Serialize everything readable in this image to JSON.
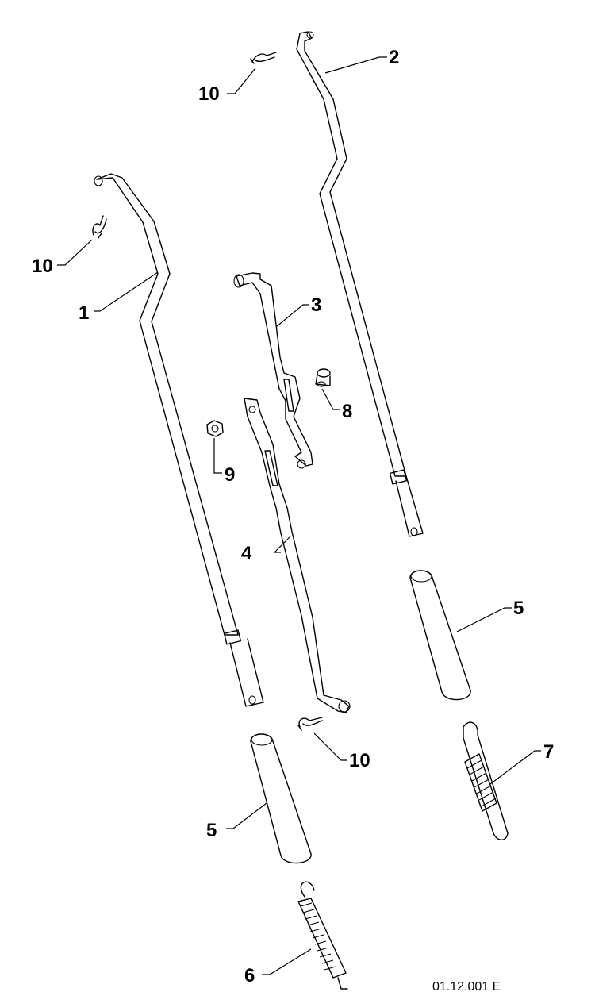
{
  "callouts": {
    "c1": "1",
    "c2": "2",
    "c3": "3",
    "c4": "4",
    "c5a": "5",
    "c5b": "5",
    "c6": "6",
    "c7": "7",
    "c8": "8",
    "c9": "9",
    "c10a": "10",
    "c10b": "10",
    "c10c": "10"
  },
  "drawing_code": "01.12.001 E"
}
